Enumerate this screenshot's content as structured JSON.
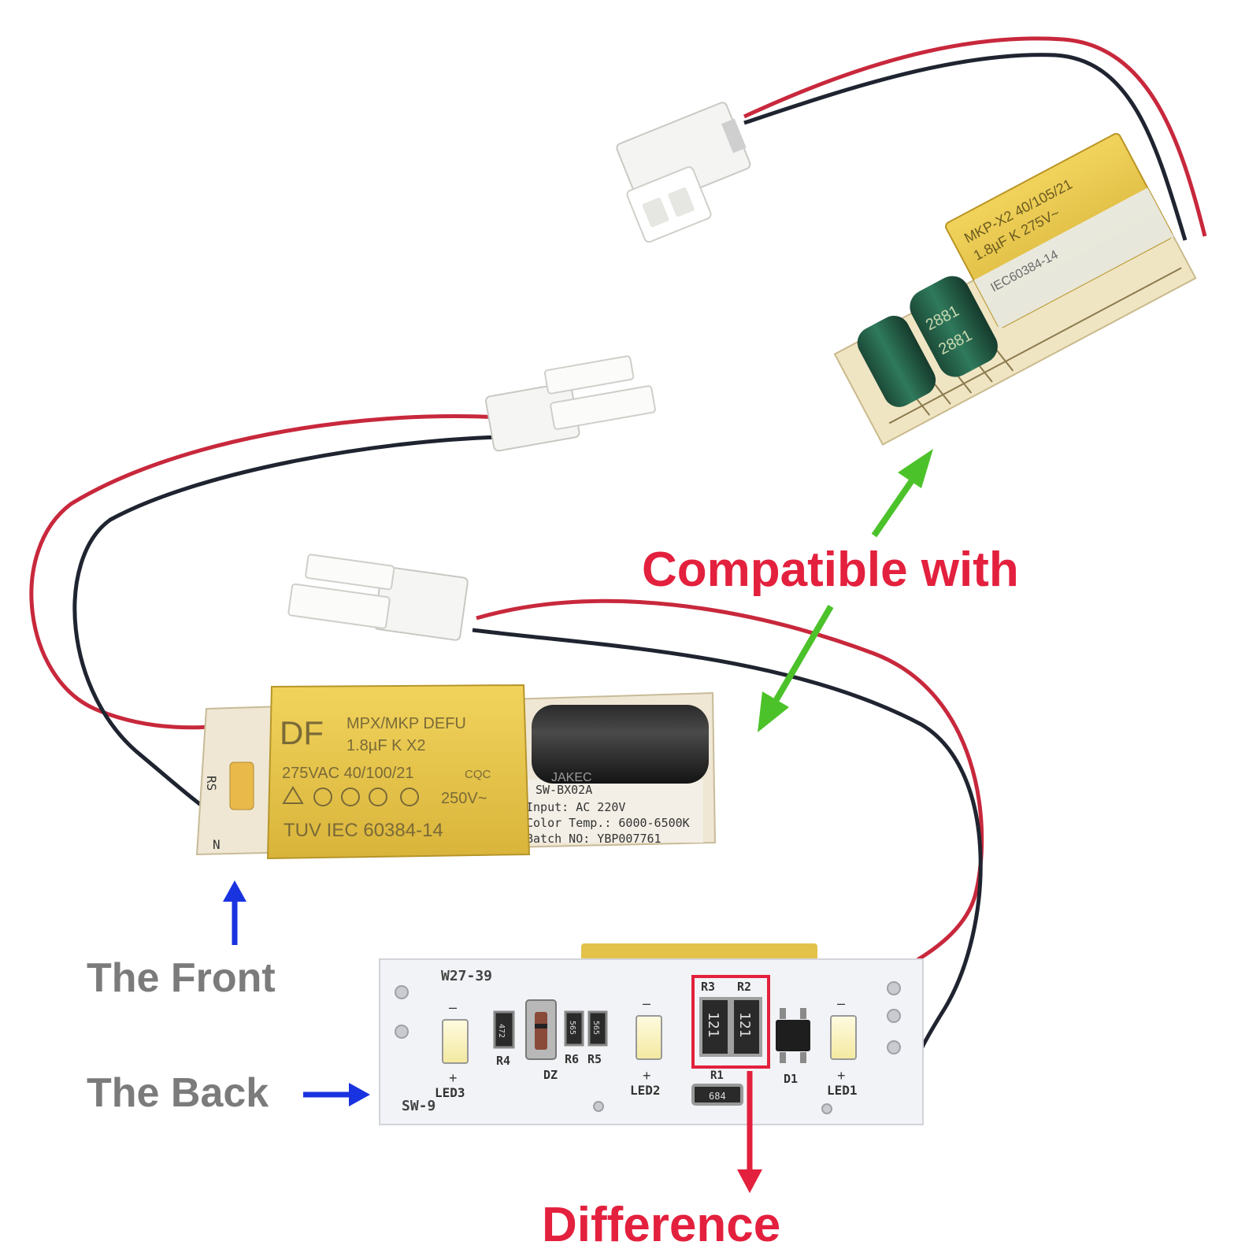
{
  "labels": {
    "compatible": "Compatible with",
    "front": "The Front",
    "back": "The Back",
    "difference": "Difference"
  },
  "front_board": {
    "cap_brand": "DF",
    "cap_line1": "MPX/MKP DEFU",
    "cap_line2": "1.8µF  K   X2",
    "cap_line3": "275VAC 40/100/21",
    "cap_cqc": "CQC",
    "cap_line4": "250V~",
    "cap_line5": "TUV IEC 60384-14",
    "elec_brand": "JAKEC",
    "label_model": "SW-BX02A",
    "label_input": "Input: AC 220V",
    "label_color": "Color Temp.: 6000-6500K",
    "label_batch": "Batch NO: YBP007761",
    "silk_rs": "RS",
    "silk_n": "N"
  },
  "back_board": {
    "model_top": "W27-39",
    "model_bottom": "SW-9",
    "led1": "LED1",
    "led2": "LED2",
    "led3": "LED3",
    "r1": "R1",
    "r2": "R2",
    "r3": "R3",
    "r4": "R4",
    "r5": "R5",
    "r6": "R6",
    "dz": "DZ",
    "d1": "D1",
    "res_code": "121",
    "r1_code": "684",
    "r4_code": "472",
    "r6_code": "565",
    "r5_code": "565",
    "plus": "+",
    "minus": "–"
  },
  "top_board": {
    "cap_line1": "MKP-X2 40/105/21",
    "cap_line2": "1.8µF K 275V~",
    "cap_line3": "IEC60384-14",
    "elec1": "2881",
    "elec2": "2881"
  },
  "colors": {
    "red_label": "#e3203d",
    "green_arrow": "#4cc22a",
    "blue_arrow": "#1a33e0",
    "gray_label": "#7b7b7b"
  }
}
